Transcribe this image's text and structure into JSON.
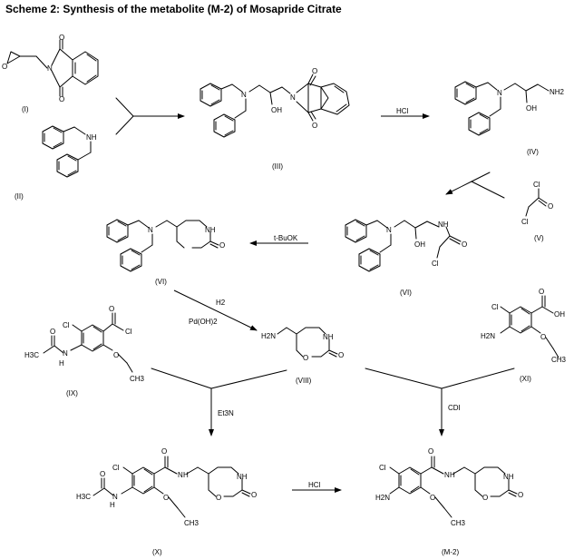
{
  "title": "Scheme 2: Synthesis of the metabolite (M-2) of Mosapride Citrate",
  "compounds": {
    "I": {
      "label": "(I)",
      "atoms": {
        "o1": "O",
        "o2": "O",
        "n": "N",
        "o3": "O"
      }
    },
    "II": {
      "label": "(II)",
      "atoms": {
        "nh": "NH"
      }
    },
    "III": {
      "label": "(III)",
      "atoms": {
        "n1": "N",
        "oh": "OH",
        "n2": "N",
        "o1": "O",
        "o2": "O"
      }
    },
    "IV": {
      "label": "(IV)",
      "atoms": {
        "n": "N",
        "oh": "OH",
        "nh2": "NH2"
      }
    },
    "V": {
      "label": "(V)",
      "atoms": {
        "cl1": "Cl",
        "o": "O",
        "cl2": "Cl"
      }
    },
    "VI": {
      "label": "(VI)",
      "atoms": {
        "n": "N",
        "nh": "NH",
        "o": "O"
      }
    },
    "VII": {
      "label": "(VI)",
      "atoms": {
        "n": "N",
        "oh": "OH",
        "nh": "NH",
        "o": "O",
        "cl": "Cl"
      }
    },
    "VIII": {
      "label": "(VIII)",
      "atoms": {
        "h2n": "H2N",
        "nh": "NH",
        "o1": "O",
        "o2": "O"
      }
    },
    "IX": {
      "label": "(IX)",
      "atoms": {
        "cl1": "Cl",
        "cl2": "Cl",
        "o1": "O",
        "h3c": "H3C",
        "nh": "N",
        "h": "H",
        "o2": "O",
        "ch3": "CH3",
        "o3": "O"
      }
    },
    "XI": {
      "label": "(XI)",
      "atoms": {
        "o1": "O",
        "cl": "Cl",
        "oh": "OH",
        "h2n": "H2N",
        "o2": "O",
        "ch3": "CH3"
      }
    },
    "X": {
      "label": "(X)",
      "atoms": {
        "o1": "O",
        "cl": "Cl",
        "nh1": "N",
        "h": "H",
        "nh2": "NH",
        "h3c": "H3C",
        "nh3": "N",
        "h2": "H",
        "o2": "O",
        "o3": "O",
        "ch3": "CH3",
        "o4": "O",
        "o5": "O"
      }
    },
    "M2": {
      "label": "(M-2)",
      "atoms": {
        "o1": "O",
        "cl": "Cl",
        "nh1": "N",
        "h": "H",
        "nh2": "NH",
        "h2n": "H2N",
        "o2": "O",
        "o3": "O",
        "ch3": "CH3",
        "o4": "O"
      }
    }
  },
  "reagents": {
    "hcl1": "HCl",
    "tbuok": "t-BuOK",
    "h2": "H2",
    "pdoh2": "Pd(OH)2",
    "et3n": "Et3N",
    "cdi": "CDI",
    "hcl2": "HCl"
  }
}
